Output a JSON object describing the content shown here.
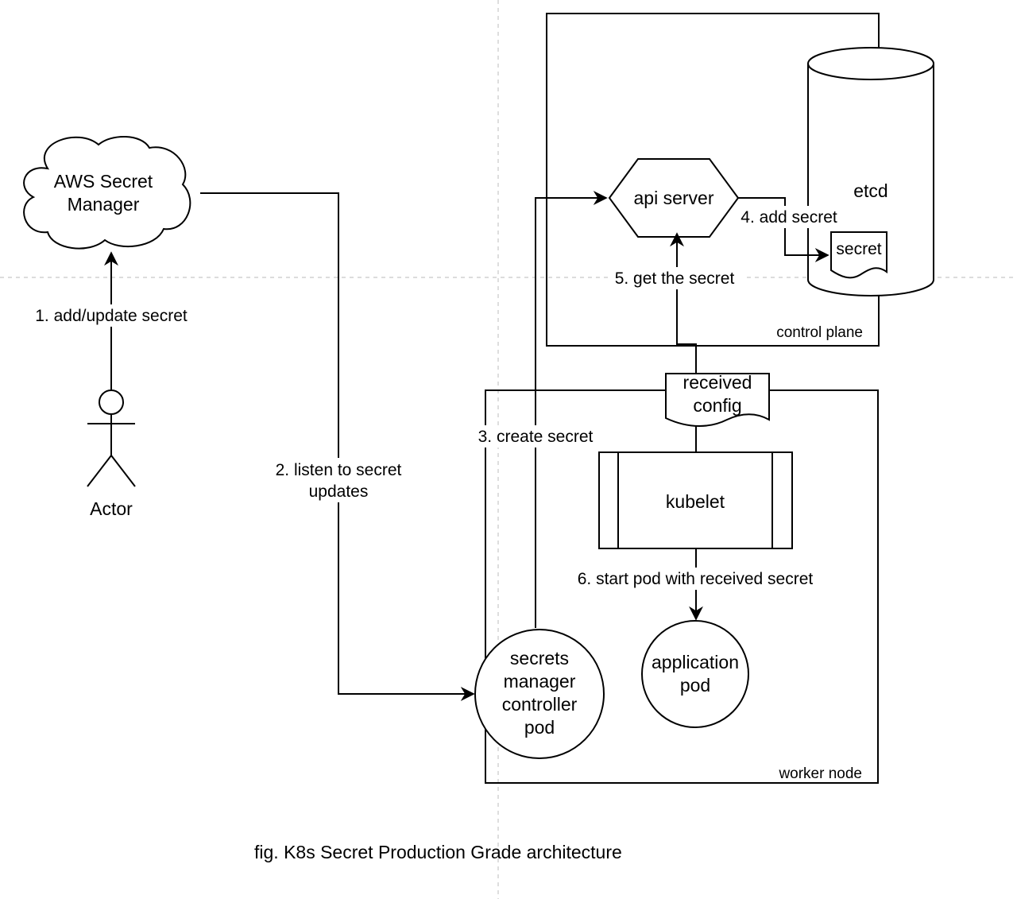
{
  "nodes": {
    "aws_secret_manager": [
      "AWS Secret",
      "Manager"
    ],
    "actor": "Actor",
    "api_server": "api server",
    "etcd": "etcd",
    "secret_doc": "secret",
    "control_plane": "control plane",
    "received_config": [
      "received",
      "config"
    ],
    "kubelet": "kubelet",
    "worker_node": "worker node",
    "secrets_manager_pod": [
      "secrets",
      "manager",
      "controller",
      "pod"
    ],
    "application_pod": [
      "application",
      "pod"
    ]
  },
  "edges": {
    "add_update_secret": "1. add/update secret",
    "listen_updates": [
      "2. listen to secret",
      "updates"
    ],
    "create_secret": "3. create secret",
    "add_secret": "4. add secret",
    "get_secret": "5. get the secret",
    "start_pod": "6. start pod with received secret"
  },
  "caption": "fig. K8s Secret Production Grade architecture"
}
